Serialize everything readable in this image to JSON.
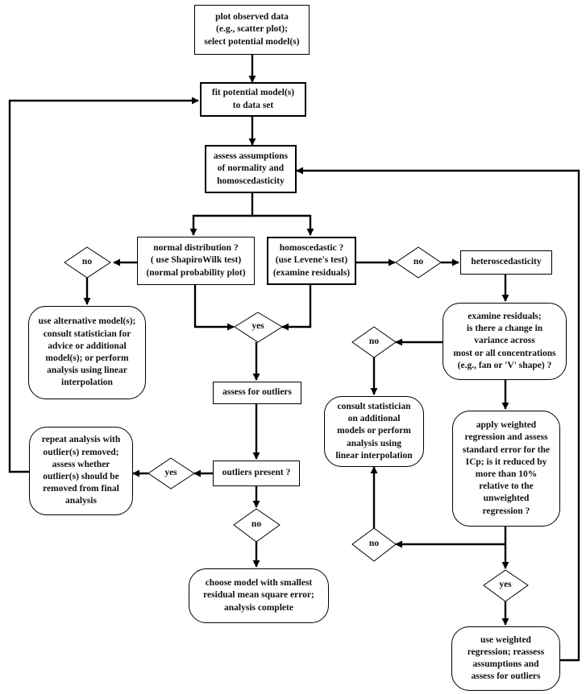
{
  "nodes": {
    "plot": "plot observed data\n(e.g., scatter plot);\nselect potential model(s)",
    "fit": "fit  potential model(s)\nto data set",
    "assess": "assess assumptions\nof normality and\nhomoscedasticity",
    "normal": "normal distribution ?\n( use ShapiroWilk test)\n(normal probability plot)",
    "homo": "homoscedastic ?\n(use Levene's test)\n(examine residuals)",
    "alt": "use  alternative model(s);\nconsult statistician for\nadvice or additional\nmodel(s); or perform\nanalysis using  linear\ninterpolation",
    "hetero": "heteroscedasticity",
    "examine": "examine residuals;\nis there a change in\nvariance across\nmost or all concentrations\n(e.g., fan or 'V' shape) ?",
    "consult": "consult statistician\non additional\nmodels or perform\nanalysis using\nlinear interpolation",
    "outliers": "assess for outliers",
    "repeat": "repeat analysis with\noutlier(s) removed;\nassess whether\noutlier(s) should be\nremoved from final\nanalysis",
    "present": "outliers present ?",
    "weighted": "apply weighted\nregression and assess\nstandard error for the\nICp; is it reduced by\nmore than 10%\nrelative to the\nunweighted\nregression ?",
    "choose": "choose model with smallest\nresidual mean square error;\nanalysis complete",
    "useweighted": "use weighted\nregression; reassess\nassumptions and\nassess for outliers"
  },
  "decisions": {
    "no_left": "no",
    "no_right": "no",
    "yes_center": "yes",
    "no_examine": "no",
    "yes_outliers": "yes",
    "no_outliers": "no",
    "no_weighted": "no",
    "yes_weighted": "yes"
  }
}
